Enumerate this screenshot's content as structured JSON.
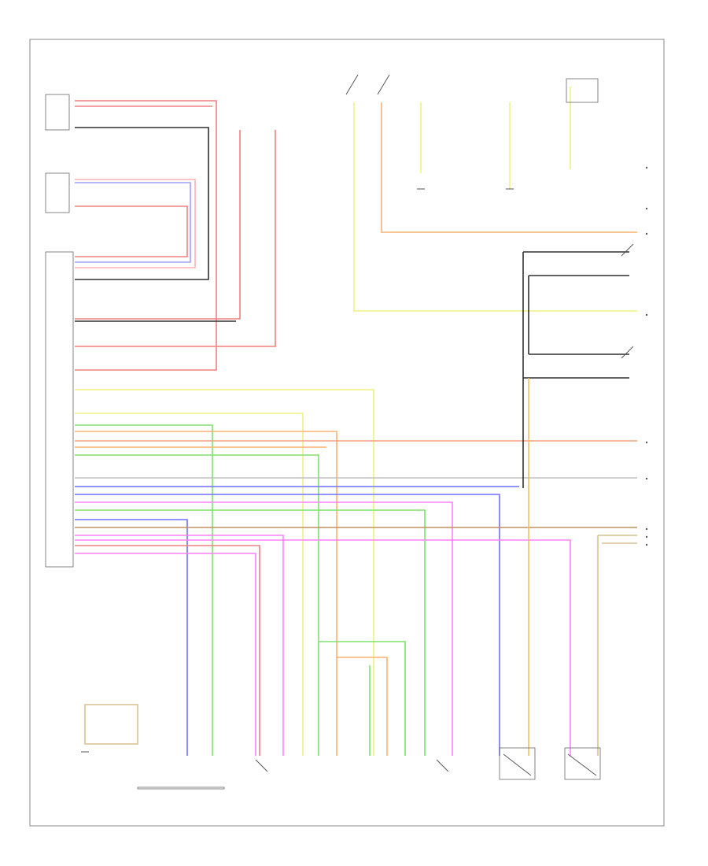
{
  "page": {
    "number": ""
  },
  "diagram": {
    "wire_colors": {
      "red": "#f08080",
      "pink": "#ff80ff",
      "blue": "#7070ff",
      "green": "#80e070",
      "yellow": "#f0f080",
      "orange": "#ffb070",
      "brown": "#c09060",
      "black": "#202020",
      "grey": "#909090",
      "tan": "#d8c090",
      "light_blue": "#a0a0ff"
    },
    "components": [
      {
        "id": "fuse-block",
        "kind": "box"
      },
      {
        "id": "ignition-switch",
        "kind": "switch"
      },
      {
        "id": "module-left",
        "kind": "box"
      },
      {
        "id": "connector-top-left-1",
        "kind": "connector"
      },
      {
        "id": "connector-top-left-2",
        "kind": "connector"
      },
      {
        "id": "relay-right-top",
        "kind": "box"
      },
      {
        "id": "switch-right-1",
        "kind": "switch"
      },
      {
        "id": "switch-right-2",
        "kind": "switch"
      },
      {
        "id": "switch-bottom-left",
        "kind": "switch"
      },
      {
        "id": "sensor-front-right",
        "kind": "sensor"
      },
      {
        "id": "sensor-front-left",
        "kind": "sensor"
      },
      {
        "id": "motor-rear-right",
        "kind": "motor"
      },
      {
        "id": "motor-rear-left",
        "kind": "motor"
      }
    ]
  }
}
